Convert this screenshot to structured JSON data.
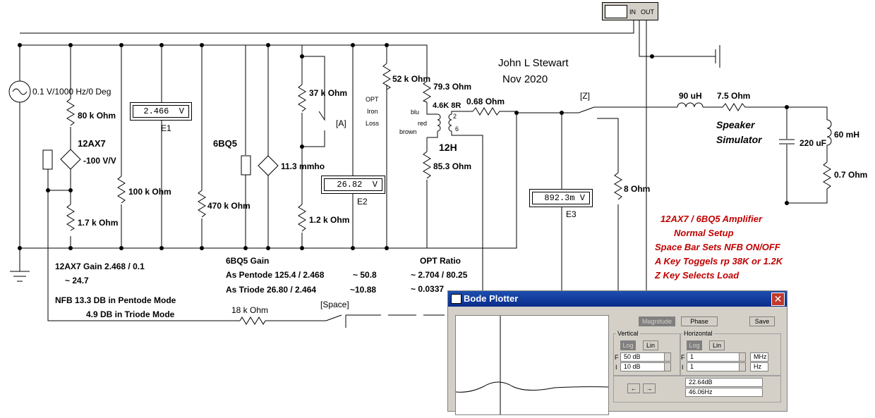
{
  "source": {
    "value": "0.1 V/1000 Hz/0 Deg"
  },
  "author": {
    "name": "John L Stewart",
    "date": "Nov 2020"
  },
  "resistors": {
    "r80k": "80 k Ohm",
    "r1k7": "1.7 k Ohm",
    "r100k": "100 k Ohm",
    "r470k": "470 k Ohm",
    "r37k": "37 k Ohm",
    "r1k2": "1.2 k Ohm",
    "r52k": "52 k Ohm",
    "r79": "79.3  Ohm",
    "r085": "85.3  Ohm",
    "r068": "0.68  Ohm",
    "r8": "8  Ohm",
    "r75": "7.5  Ohm",
    "r07": "0.7  Ohm",
    "r18k": "18 k Ohm"
  },
  "sources": {
    "tube1": "12AX7",
    "gain1": "-100 V/V",
    "tube2": "6BQ5",
    "gain2": "11.3 mmho"
  },
  "meters": {
    "e1": {
      "value": "2.466",
      "unit": "V",
      "label": "E1"
    },
    "e2": {
      "value": "26.82",
      "unit": "V",
      "label": "E2"
    },
    "e3": {
      "value": "892.3m",
      "unit": "V",
      "label": "E3"
    }
  },
  "switches": {
    "a": "[A]",
    "z": "[Z]",
    "space": "[Space]"
  },
  "transformer": {
    "opt": "OPT",
    "iron": "Iron",
    "loss": "Loss",
    "blu": "blu",
    "red": "red",
    "brown": "brown",
    "ratio_label": "4.6K 8R",
    "choke": "12H",
    "pin2": "2",
    "pin6": "6"
  },
  "speaker": {
    "l1": "90 uH",
    "cap": "220 uF",
    "l2": "60 mH",
    "title1": "Speaker",
    "title2": "Simulator"
  },
  "bode_instrument": {
    "in": "IN",
    "out": "OUT"
  },
  "notes": {
    "gain12ax7": "12AX7 Gain 2.468 / 0.1",
    "gain12ax7_res": "~ 24.7",
    "nfb1": "NFB  13.3 DB in Pentode Mode",
    "nfb2": "4.9 DB in Triode Mode",
    "gain6bq5_title": "6BQ5 Gain",
    "pentode": "As Pentode  125.4 / 2.468",
    "pentode_res": "~ 50.8",
    "triode": "As Triode     26.80 / 2.464",
    "triode_res": "~10.88",
    "opt_title": "OPT Ratio",
    "opt_r1": "~ 2.704 / 80.25",
    "opt_r2": "~ 0.0337"
  },
  "info": [
    "12AX7 / 6BQ5 Amplifier",
    "Normal Setup",
    "Space Bar Sets NFB ON/OFF",
    "A Key Toggels rp 38K or 1.2K",
    "Z Key Selects Load"
  ],
  "bode": {
    "title": "Bode Plotter",
    "magnitude": "Magnitude",
    "phase": "Phase",
    "save": "Save",
    "vertical": "Vertical",
    "horizontal": "Horizontal",
    "log": "Log",
    "lin": "Lin",
    "f": "F",
    "i": "I",
    "v_final": "50 dB",
    "v_initial": "10 dB",
    "h_final": "1",
    "h_initial": "1",
    "h_final_unit": "MHz",
    "h_initial_unit": "Hz",
    "readout_db": "22.64dB",
    "readout_hz": "46.06Hz",
    "colors": {
      "titlebar": "#0a2c8a",
      "panel": "#d4d0c8",
      "close": "#c0392b"
    }
  },
  "colors": {
    "notes": "#c00000"
  }
}
